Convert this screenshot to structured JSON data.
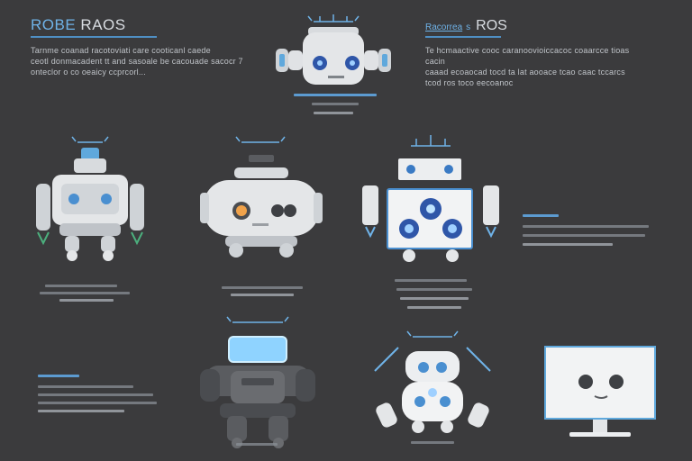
{
  "header_left": {
    "title_part1": "ROBE",
    "title_part2": "RAOS",
    "paragraph": [
      "Tarnme coanad racotoviati care cooticanl caede",
      "ceotl donmacadent tt and sasoale be cacouade sacocr 7",
      "onteclor o co oeaicy ccprcorl..."
    ]
  },
  "header_right": {
    "title_small": "Racorrea",
    "title_small_suffix": "s",
    "title": "ROS",
    "paragraph": [
      "Te hcmaactive cooc caranoovioiccacoc coaarcce tioas cacin",
      "caaad ecoaocad tocd ta lat aooace tcao caac tccarcs",
      "tcod ros toco eecoanoc"
    ]
  },
  "colors": {
    "background": "#3b3b3d",
    "accent_blue": "#6fb3e8",
    "robot_body": "#e4e6e8",
    "robot_dark": "#5a5c60",
    "screen_glow": "#8fd3ff"
  },
  "icons": [
    "robot-head-icon",
    "boxy-robot-icon",
    "round-robot-icon",
    "square-robot-icon",
    "dark-robot-icon",
    "cute-robot-icon",
    "monitor-face-icon"
  ]
}
